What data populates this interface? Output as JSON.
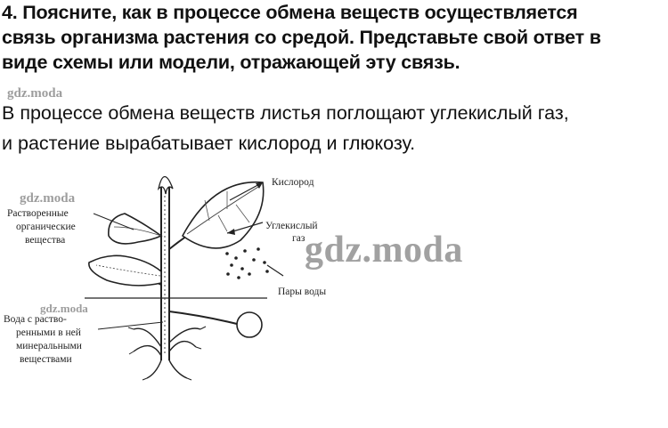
{
  "question": {
    "lines": [
      "4. Поясните, как в процессе обмена веществ осуществляется",
      "связь организма растения со средой. Представьте свой ответ в",
      "виде схемы или модели, отражающей эту связь."
    ]
  },
  "answer": {
    "lines": [
      "В процессе обмена веществ листья поглощают углекислый газ,",
      "и растение вырабатывает кислород и глюкозу."
    ]
  },
  "watermarks": {
    "small": "gdz.moda",
    "large": "gdz.moda"
  },
  "diagram": {
    "labels": {
      "oxygen": "Кислород",
      "co2_line1": "Углекислый",
      "co2_line2": "газ",
      "water_vapor": "Пары воды",
      "organic_line1": "Растворенные",
      "organic_line2": "органические",
      "organic_line3": "вещества",
      "water_line1": "Вода с раство-",
      "water_line2": "ренными в ней",
      "water_line3": "минеральными",
      "water_line4": "веществами"
    }
  }
}
